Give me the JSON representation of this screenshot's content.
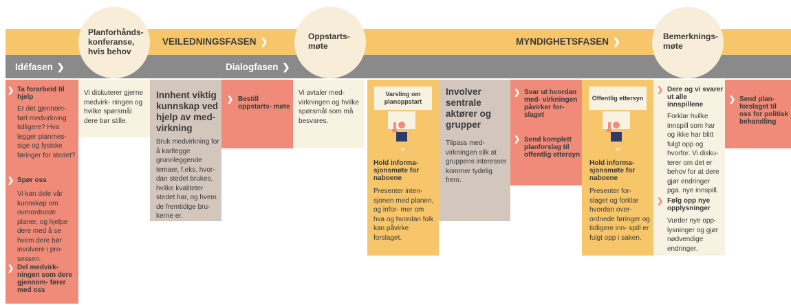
{
  "phases": {
    "veiledning": "VEILEDNINGSFASEN",
    "myndighet": "MYNDIGHETSFASEN",
    "ide": "Idéfasen",
    "dialog": "Dialogfasen"
  },
  "circles": {
    "planforhand": "Planforhånds- konferanse, hvis behov",
    "oppstart": "Oppstarts- møte",
    "bemerkning": "Bemerknings- møte"
  },
  "col1": {
    "h1": "Ta forarbeid til hjelp",
    "b1": "Er det gjennom- ført medvirkning tidligere? Hva legger planmes- sige og fysiske føringer for stedet?",
    "h2": "Spør oss",
    "b2": "Vi kan dele vår kunnskap om overordnede planer, og hjelpe dere med å se hvem dere bør involvere i pro- sessen.",
    "h3": "Del medvirk- ningen som dere gjennom- fører med oss"
  },
  "col2": {
    "b1": "Vi diskuterer gjerne medvirk- ningen og hvilke spørsmål dere bør stille."
  },
  "col3": {
    "h1": "Innhent viktig kunnskap ved hjelp av med- virkning",
    "b1": "Bruk medvirkning for å kartlegge grunnleggende temaer, f.eks. hvor- dan stedet brukes, hvilke kvaliteter stedet har, og hvem de fremtidige bru- kerne er."
  },
  "col4": {
    "h1": "Bestill oppstarts- møte"
  },
  "col5": {
    "b1": "Vi avtaler med- virkningen og hvilke spørsmål som må besvares."
  },
  "col6": {
    "label": "Varsling om planoppstart",
    "h1": "Hold informa- sjonsmøte for naboene",
    "b1": "Presenter inten- sjonen med planen, og infor- mer om hva og hvordan folk kan påvirke forslaget."
  },
  "col7": {
    "h1": "Involver sentrale aktører og grupper",
    "b1": "Tilpass med- virkningen slik at gruppens interesser kommer tydelig frem."
  },
  "col8": {
    "h1": "Svar ut hvordan med- virkningen påvirker for- slaget",
    "h2": "Send komplett planforslag til offentlig ettersyn"
  },
  "col9": {
    "label": "Offentlig ettersyn",
    "h1": "Hold informa- sjonsmøte for naboene",
    "b1": "Presenter for- slaget og forklar hvordan over- ordnede føringer og tidligere inn- spill er fulgt opp i saken."
  },
  "col10": {
    "h1": "Dere og vi svarer ut alle innspillene",
    "b1": "Forklar hvilke innspill som har og ikke har blitt fulgt opp og hvorfor. Vi disku- terer om det er behov for at dere gjør endringer pga. nye innspill.",
    "h2": "Følg opp nye opplysninger",
    "b2": "Vurder nye opp- lysninger og gjør nødvendige endringer."
  },
  "col11": {
    "h1": "Send plan- forslaget til oss for politisk behandling"
  },
  "colors": {
    "salmon": "#ef8b78",
    "yellow": "#f8c66a",
    "gray": "#8a8a8a",
    "cream": "#f8f2e2",
    "taupe": "#d2c6bd"
  },
  "icons": [
    "chevron-right-icon",
    "person-with-sign-icon",
    "chevron-down-icon"
  ]
}
